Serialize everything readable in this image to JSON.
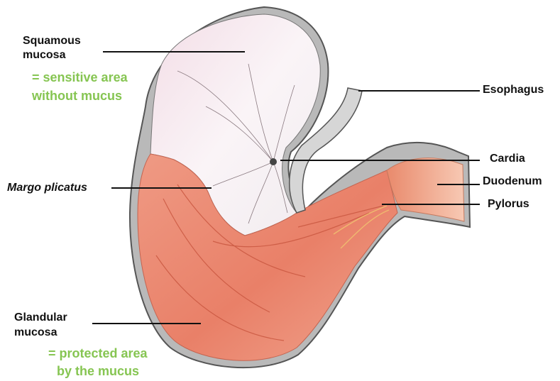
{
  "labels": {
    "squamous_line1": "Squamous",
    "squamous_line2": "mucosa",
    "squamous_note1": "= sensitive area",
    "squamous_note2": "without mucus",
    "margo": "Margo plicatus",
    "glandular_line1": "Glandular",
    "glandular_line2": "mucosa",
    "glandular_note1": "= protected area",
    "glandular_note2": "by the mucus",
    "esophagus": "Esophagus",
    "cardia": "Cardia",
    "duodenum": "Duodenum",
    "pylorus": "Pylorus"
  },
  "colors": {
    "note_green": "#86c552",
    "squamous_fill": "#f6eef2",
    "glandular_fill": "#eb8a74",
    "wall": "#8c8c8c",
    "leader": "#111111"
  }
}
